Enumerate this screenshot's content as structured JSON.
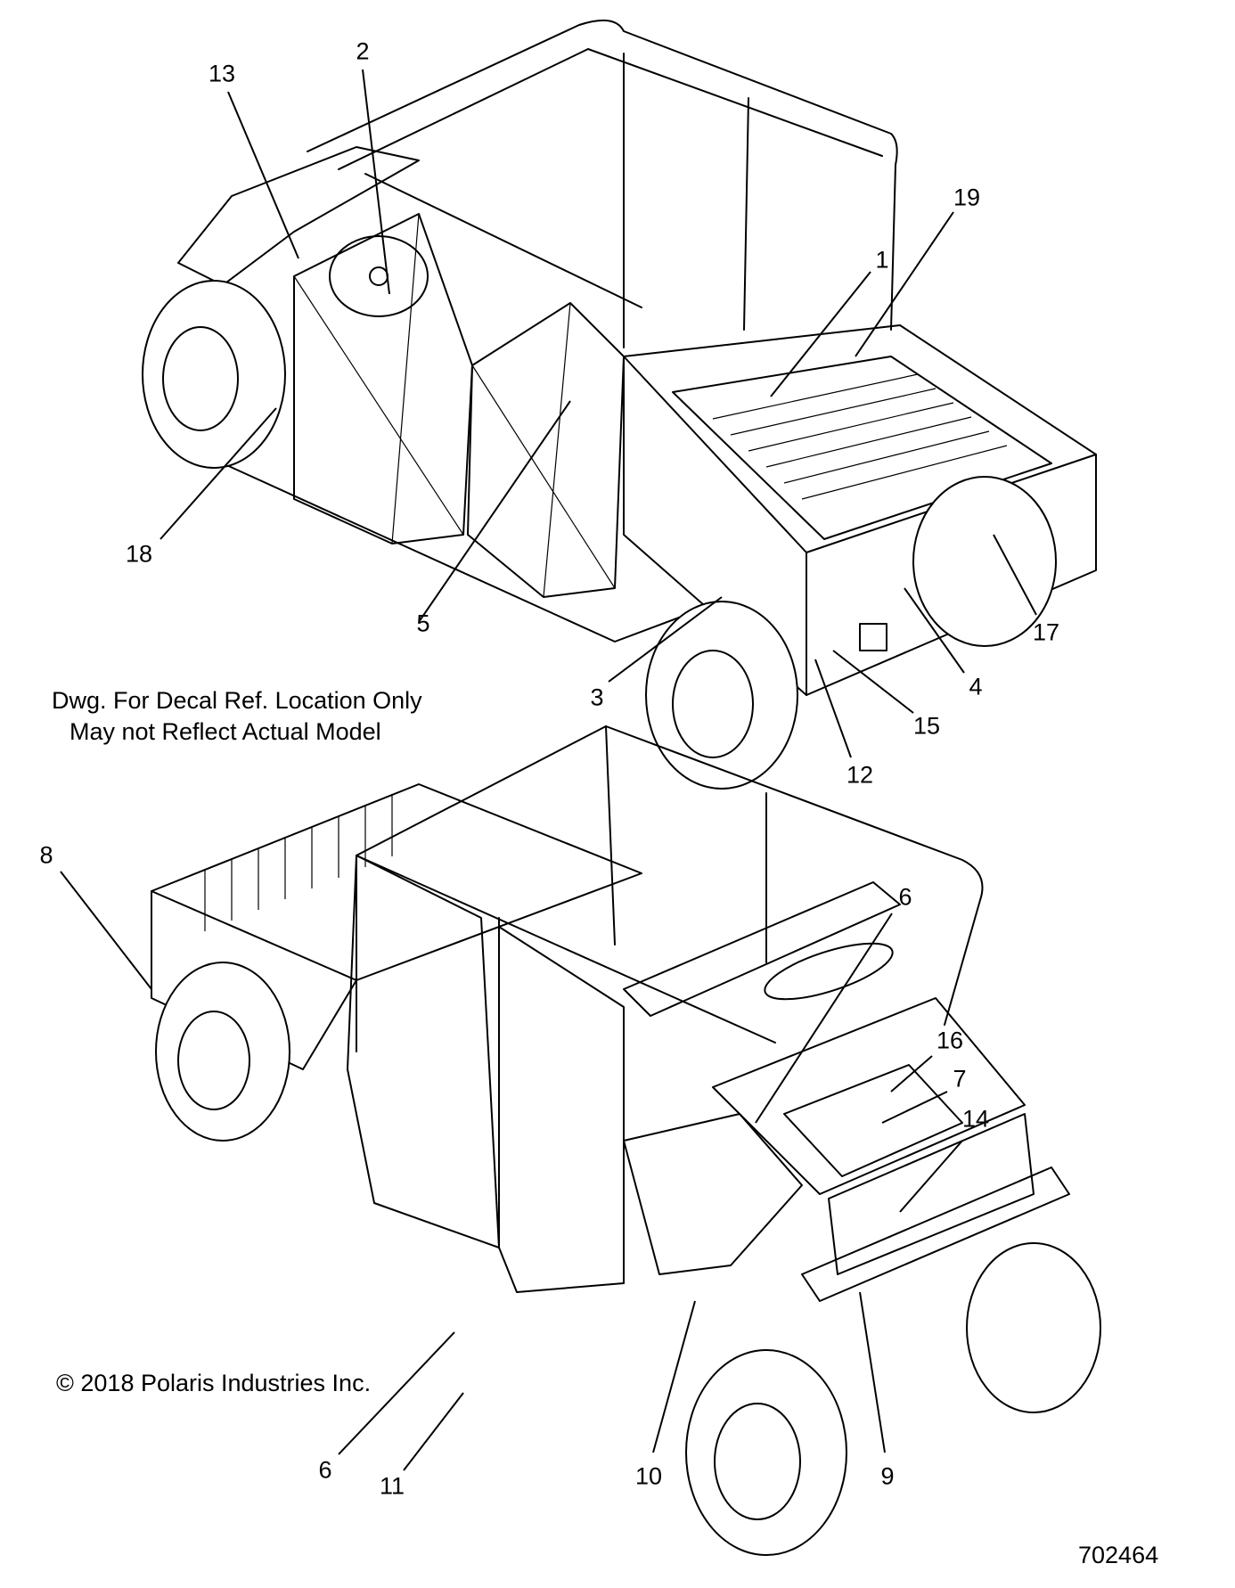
{
  "figure": {
    "title_note_line1": "Dwg. For Decal Ref. Location Only",
    "title_note_line2": "May not Reflect Actual Model",
    "copyright": "© 2018 Polaris Industries Inc.",
    "figure_number": "702464"
  },
  "views": [
    {
      "name": "rear-three-quarter-view",
      "subject": "UTV crew cab with cargo box (rear view)"
    },
    {
      "name": "front-three-quarter-view",
      "subject": "UTV crew cab (front view)"
    }
  ],
  "callouts": {
    "top": [
      {
        "id": "13",
        "label": "13"
      },
      {
        "id": "2",
        "label": "2"
      },
      {
        "id": "19",
        "label": "19"
      },
      {
        "id": "1",
        "label": "1"
      },
      {
        "id": "18",
        "label": "18"
      },
      {
        "id": "5",
        "label": "5"
      },
      {
        "id": "17",
        "label": "17"
      },
      {
        "id": "4",
        "label": "4"
      },
      {
        "id": "3",
        "label": "3"
      },
      {
        "id": "15",
        "label": "15"
      },
      {
        "id": "12",
        "label": "12"
      }
    ],
    "bottom": [
      {
        "id": "8",
        "label": "8"
      },
      {
        "id": "6a",
        "label": "6"
      },
      {
        "id": "16",
        "label": "16"
      },
      {
        "id": "7",
        "label": "7"
      },
      {
        "id": "14",
        "label": "14"
      },
      {
        "id": "6b",
        "label": "6"
      },
      {
        "id": "11",
        "label": "11"
      },
      {
        "id": "10",
        "label": "10"
      },
      {
        "id": "9",
        "label": "9"
      }
    ]
  }
}
